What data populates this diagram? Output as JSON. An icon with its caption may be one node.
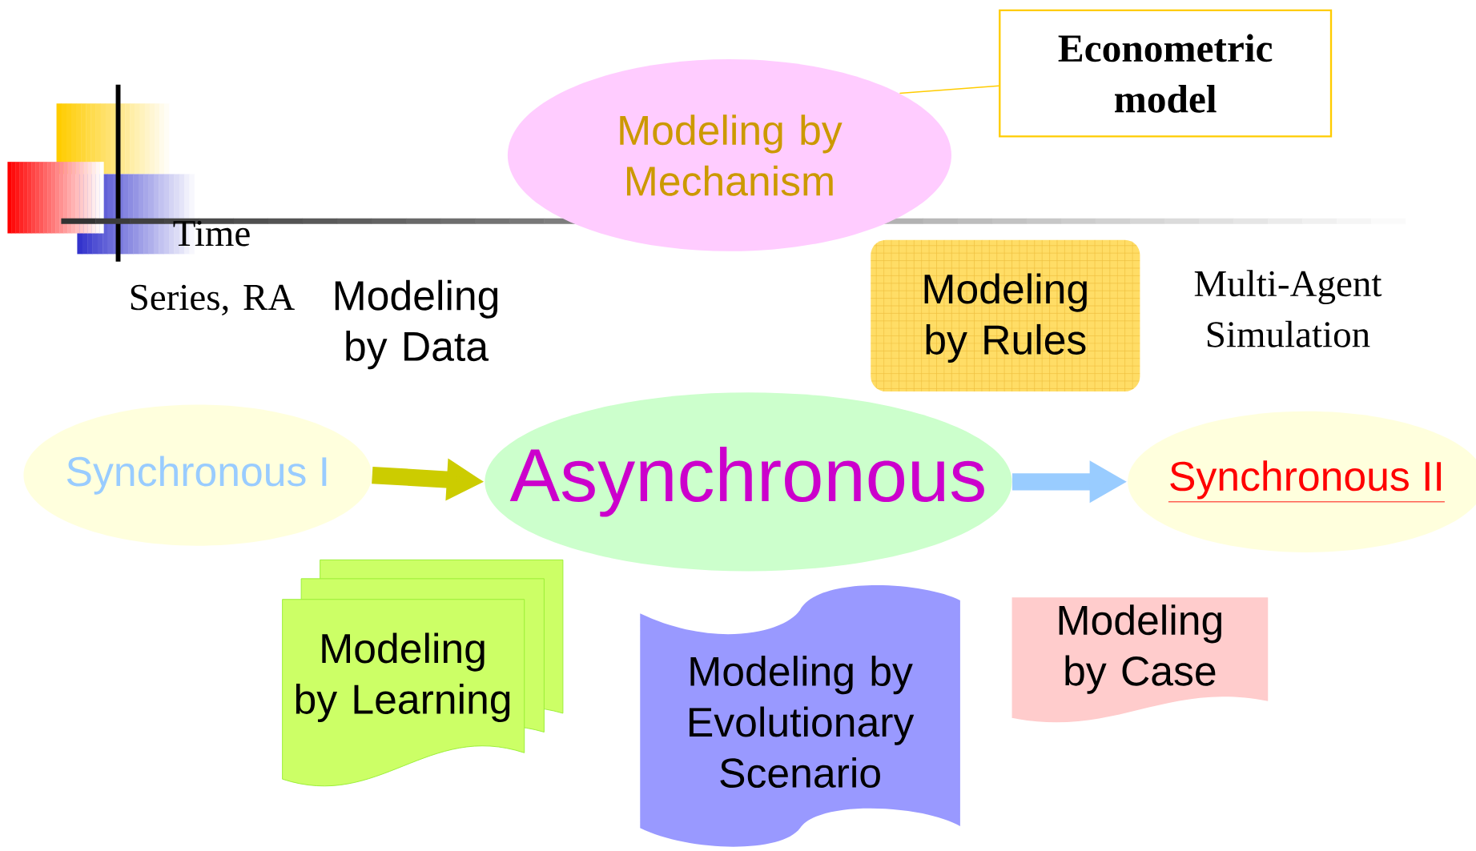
{
  "diagram": {
    "nodes": [
      {
        "text": [
          "Econometric model"
        ]
      },
      {
        "text": [
          "Modeling by Mechanism"
        ]
      },
      {
        "text": [
          "Modeling by Rules"
        ]
      },
      {
        "text": [
          "Synchronous I"
        ]
      },
      {
        "text": [
          "Asynchronous"
        ]
      },
      {
        "text": [
          "Synchronous II"
        ]
      },
      {
        "text": [
          "Modeling by Learning"
        ]
      },
      {
        "text": [
          "Modeling by Evolutionary Scenario"
        ]
      },
      {
        "text": [
          "Modeling by Case"
        ]
      }
    ],
    "edges": [
      {
        "from": 0,
        "to": 1,
        "arrow": "none",
        "color": "#ffcc00"
      },
      {
        "from": 3,
        "to": 4,
        "arrow": "to",
        "color": "#cccc00"
      },
      {
        "from": 4,
        "to": 5,
        "arrow": "to",
        "color": "#99ccff"
      }
    ],
    "labels": [
      "Time Series, RA",
      "Modeling by Data",
      "Multi-Agent Simulation"
    ]
  }
}
